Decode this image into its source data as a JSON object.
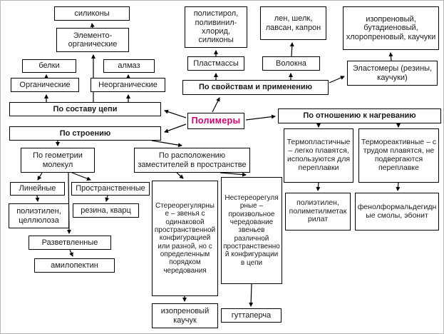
{
  "accent_color": "#d6006e",
  "nodes": {
    "polymers": "Полимеры",
    "by_chain_composition": "По составу цепи",
    "organic": "Органические",
    "proteins": "белки",
    "inorganic": "Неорганические",
    "diamond": "алмаз",
    "organoelement": "Элементо-органические",
    "silicones": "силиконы",
    "by_properties": "По свойствам и применению",
    "plastics": "Пластмассы",
    "plastics_examples": "полистирол, поливинил-хлорид, силиконы",
    "fibers": "Волокна",
    "fibers_examples": "лен, шелк, лавсан, капрон",
    "elastomers": "Эластомеры (резины, каучуки)",
    "elastomers_examples": "изопреновый, бутадиеновый, хлоропреновый, каучуки",
    "by_heating": "По отношению к нагреванию",
    "thermoplastic": "Термопластичные – легко плавятся, используются для переплавки",
    "thermoplastic_examples": "полиэтилен, полиметилметакрилат",
    "thermosetting": "Термореактивные – с трудом плавятся, не подвергаются переплавке",
    "thermosetting_examples": "фенолформальдегидные смолы, эбонит",
    "by_structure": "По строению",
    "by_geometry": "По геометрии молекул",
    "linear": "Линейные",
    "linear_examples": "полиэтилен, целлюлоза",
    "spatial": "Пространственные",
    "spatial_examples": "резина, кварц",
    "branched": "Разветвленные",
    "branched_examples": "амилопектин",
    "by_substituents": "По расположению заместителей в пространстве",
    "stereoregular": "Стереорегулярные – звенья с одинаковой пространственной конфигурацией или разной, но с определенным порядком чередования",
    "stereoregular_examples": "изопреновый каучук",
    "non_stereoregular": "Нестереорегулярные – произвольное чередование звеньев различной пространственной конфигурации в цепи",
    "non_stereoregular_examples": "гуттаперча"
  }
}
